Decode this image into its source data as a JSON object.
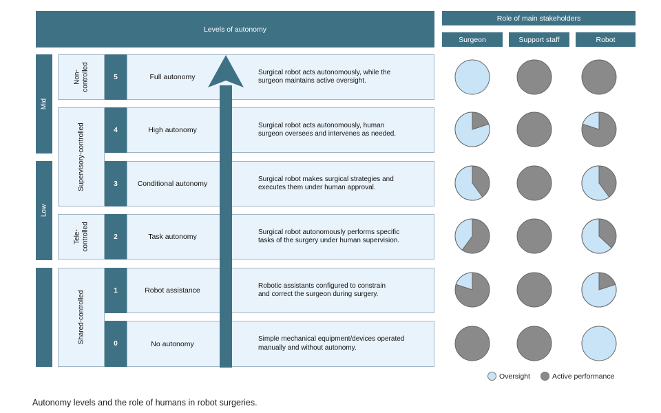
{
  "header": {
    "levels_title": "Levels of autonomy",
    "stakeholders_title": "Role of main stakeholders",
    "stakeholders": [
      "Surgeon",
      "Support staff",
      "Robot"
    ]
  },
  "bands": [
    "Mid",
    "Low"
  ],
  "control_types": [
    "Non-\ncontrolled",
    "Supervisory-controlled",
    "Tele-\ncontrolled",
    "Shared-controlled"
  ],
  "levels": [
    {
      "num": "5",
      "name": "Full autonomy",
      "desc": "Surgical robot acts autonomously, while the\nsurgeon maintains active oversight.",
      "oversight": {
        "surgeon": 1.0,
        "support_staff": 0.0,
        "robot": 0.0
      }
    },
    {
      "num": "4",
      "name": "High autonomy",
      "desc": "Surgical robot acts autonomously, human\nsurgeon oversees and intervenes as needed.",
      "oversight": {
        "surgeon": 0.8,
        "support_staff": 0.0,
        "robot": 0.2
      }
    },
    {
      "num": "3",
      "name": "Conditional autonomy",
      "desc": "Surgical robot makes surgical strategies and\nexecutes them under human approval.",
      "oversight": {
        "surgeon": 0.6,
        "support_staff": 0.0,
        "robot": 0.6
      }
    },
    {
      "num": "2",
      "name": "Task autonomy",
      "desc": "Surgical robot autonomously performs specific\ntasks of the surgery under human supervision.",
      "oversight": {
        "surgeon": 0.4,
        "support_staff": 0.0,
        "robot": 0.63
      }
    },
    {
      "num": "1",
      "name": "Robot assistance",
      "desc": "Robotic assistants configured to constrain\nand correct the surgeon during surgery.",
      "oversight": {
        "surgeon": 0.2,
        "support_staff": 0.0,
        "robot": 0.8
      }
    },
    {
      "num": "0",
      "name": "No autonomy",
      "desc": "Simple mechanical equipment/devices operated\nmanually and without autonomy.",
      "oversight": {
        "surgeon": 0.0,
        "support_staff": 0.0,
        "robot": 1.0
      }
    }
  ],
  "legend": {
    "oversight": "Oversight",
    "active": "Active performance"
  },
  "colors": {
    "header": "#3f7185",
    "oversight": "#c9e4f6",
    "active": "#8a8a8a",
    "row_bg": "#e9f3fb"
  },
  "caption": "Autonomy levels and the role of humans in robot surgeries."
}
